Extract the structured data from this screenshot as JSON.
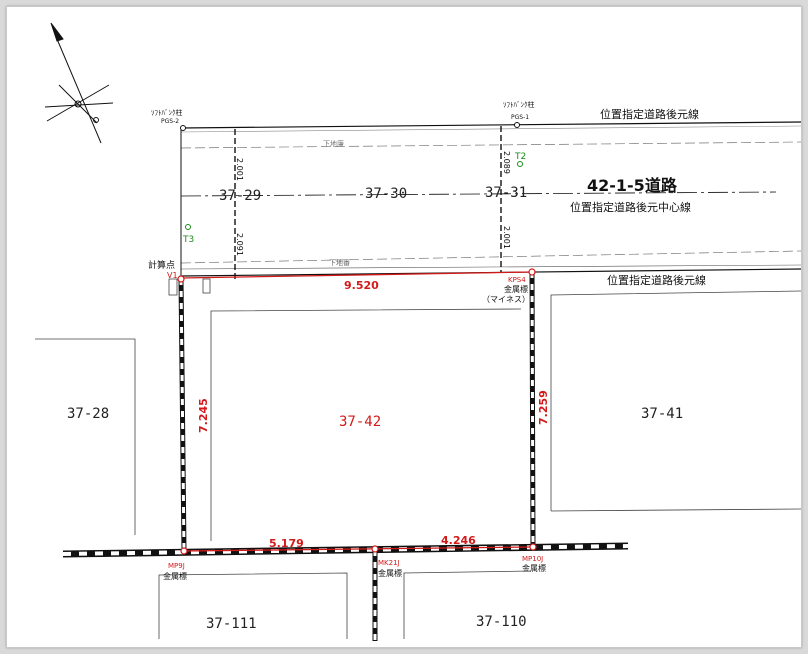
{
  "road": {
    "name": "42-1-5道路",
    "center_line": "位置指定道路後元中心線",
    "back_line_top": "位置指定道路後元線",
    "back_line_bottom": "位置指定道路後元線",
    "upper_drain": "下地廉",
    "lower_drain": "下地番"
  },
  "poles": {
    "left_label": "ｿﾌﾄﾊﾞﾝｸ柱",
    "left_code": "PGS-2",
    "right_label": "ｿﾌﾄﾊﾞﾝｸ柱",
    "right_code": "PGS-1"
  },
  "targets": {
    "t2": "T2",
    "t3": "T3"
  },
  "calc_point": "計算点",
  "points": {
    "v1": "V1",
    "kps4": "KPS4",
    "kps4_type": "金属標",
    "kps4_note": "（マイネス）",
    "mp9j": "MP9J",
    "mp9j_type": "金属標",
    "mk21j": "MK21J",
    "mk21j_type": "金属標",
    "mp10j": "MP10J",
    "mp10j_type": "金属標"
  },
  "distances": {
    "top": "9.520",
    "left": "7.245",
    "right": "7.259",
    "bottom_left": "5.179",
    "bottom_right": "4.246",
    "road_a": "2.001",
    "road_b": "2.091",
    "road_c": "2.089",
    "road_d": "2.001"
  },
  "lots": {
    "road_1": "37-29",
    "road_2": "37-30",
    "road_3": "37-31",
    "main": "37-42",
    "west": "37-28",
    "east": "37-41",
    "south_west": "37-111",
    "south_east": "37-110"
  },
  "colors": {
    "boundary": "#d21a1a",
    "label": "#d21a1a",
    "target": "#1a8a1a"
  }
}
